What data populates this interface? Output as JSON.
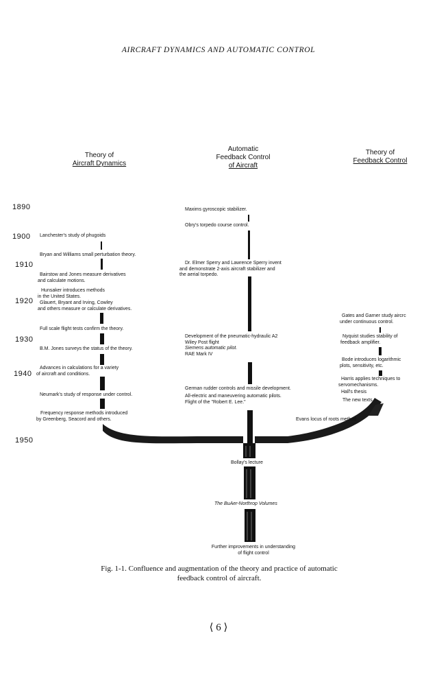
{
  "header": "AIRCRAFT DYNAMICS AND AUTOMATIC CONTROL",
  "columns": {
    "left": [
      "Theory of",
      "Aircraft Dynamics"
    ],
    "center": [
      "Automatic",
      "Feedback Control",
      "of Aircraft"
    ],
    "right": [
      "Theory of",
      "Feedback Control"
    ]
  },
  "years": [
    "1890",
    "1900",
    "1910",
    "1920",
    "1930",
    "1940",
    "1950"
  ],
  "left_events": [
    "Lanchester's study of phugoids",
    "Bryan and Williams small perturbation theory.",
    "Bairstow and Jones measure derivatives",
    "and calculate motions.",
    "Hunsaker introduces methods",
    "in the United States.",
    "Glauert, Bryant and Irving, Cowley",
    "and others measure or calculate derivatives.",
    "Full scale flight tests confirm the theory.",
    "B.M. Jones surveys the status of the theory.",
    "Advances in calculations for a variety",
    "of aircraft and conditions.",
    "Neumark's study of response under control.",
    "Frequency response methods introduced",
    "by Greenberg, Seacord and others."
  ],
  "center_events": [
    "Maxims gyroscopic stabilizer.",
    "Obry's torpedo course control.",
    "Dr. Elmer Sperry and Lawrence Sperry invent",
    "and demonstrate 2-axis aircraft stabilizer and",
    "the aerial torpedo.",
    "Development of the pneumatic-hydraulic A2",
    "Wiley Post flight",
    "Siemens automatic pilot.",
    "RAE Mark IV",
    "German rudder controls and missile development.",
    "All-electric and maneuvering automatic pilots.",
    "Flight of the \"Robert E. Lee.\""
  ],
  "right_events": [
    "Gates and Garner study aircrc",
    "under continuous control.",
    "Nyquist studies stability of",
    "feedback amplifier.",
    "Bode introduces logarithmic",
    "plots, sensitivity, etc.",
    "Harris applies techniques to",
    "servomechanisms.",
    "Hall's thesis",
    "The new texts",
    "Evans locus of roots method"
  ],
  "trunk_events": [
    "Bollay's lecture",
    "The BuAer-Northrop Volumes",
    "Further improvements in understanding",
    "of flight control"
  ],
  "caption": [
    "Fig. 1-1. Confluence and augmentation of the theory and practice of automatic",
    "feedback control of aircraft."
  ],
  "page_number": "⟨ 6 ⟩"
}
